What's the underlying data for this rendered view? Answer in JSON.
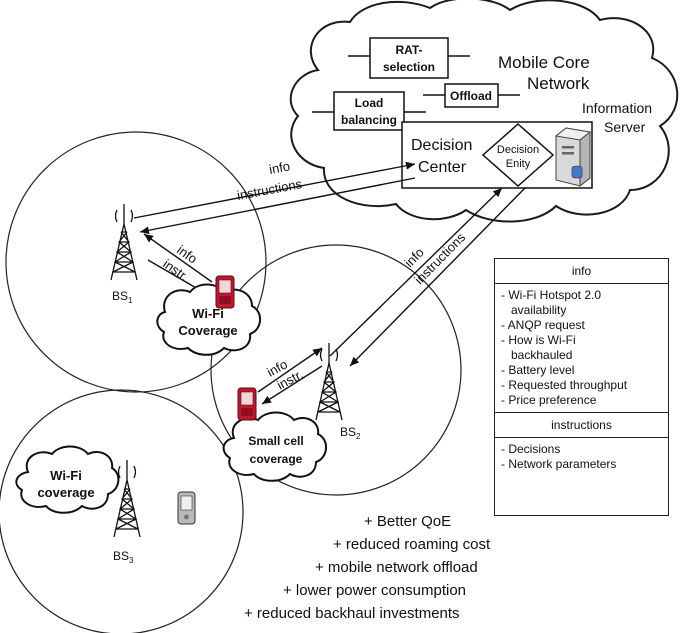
{
  "core_cloud": {
    "title_line1": "Mobile Core",
    "title_line2": "Network",
    "rat_line1": "RAT-",
    "rat_line2": "selection",
    "offload": "Offload",
    "load_line1": "Load",
    "load_line2": "balancing",
    "info_server_line1": "Information",
    "info_server_line2": "Server",
    "decision_center_line1": "Decision",
    "decision_center_line2": "Center",
    "decision_entity_line1": "Decision",
    "decision_entity_line2": "Enity"
  },
  "links": {
    "core_info": "info",
    "core_instructions": "instructions",
    "bs1_info": "info",
    "bs1_instr": "instr.",
    "bs2_info": "info",
    "bs2_instr": "instr.",
    "diag_info": "info",
    "diag_instructions": "instructions"
  },
  "stations": {
    "bs1": "BS",
    "bs1_sub": "1",
    "bs2": "BS",
    "bs2_sub": "2",
    "bs3": "BS",
    "bs3_sub": "3"
  },
  "coverage": {
    "wifi1_line1": "Wi-Fi",
    "wifi1_line2": "Coverage",
    "small_line1": "Small cell",
    "small_line2": "coverage",
    "wifi3_line1": "Wi-Fi",
    "wifi3_line2": "coverage"
  },
  "panel": {
    "info_title": "info",
    "info_items": [
      "- Wi-Fi Hotspot 2.0",
      "   availability",
      "- ANQP request",
      "- How is Wi-Fi",
      "   backhauled",
      "- Battery level",
      "- Requested throughput",
      "- Price preference"
    ],
    "instructions_title": "instructions",
    "instruction_items": [
      "- Decisions",
      "- Network parameters"
    ]
  },
  "benefits": [
    "+ Better QoE",
    "+ reduced roaming cost",
    "+ mobile network offload",
    "+ lower power consumption",
    "+ reduced backhaul investments"
  ],
  "colors": {
    "phone_active": "#c0182f",
    "phone_idle": "#b9b9b9",
    "stroke": "#1a1a1a"
  }
}
